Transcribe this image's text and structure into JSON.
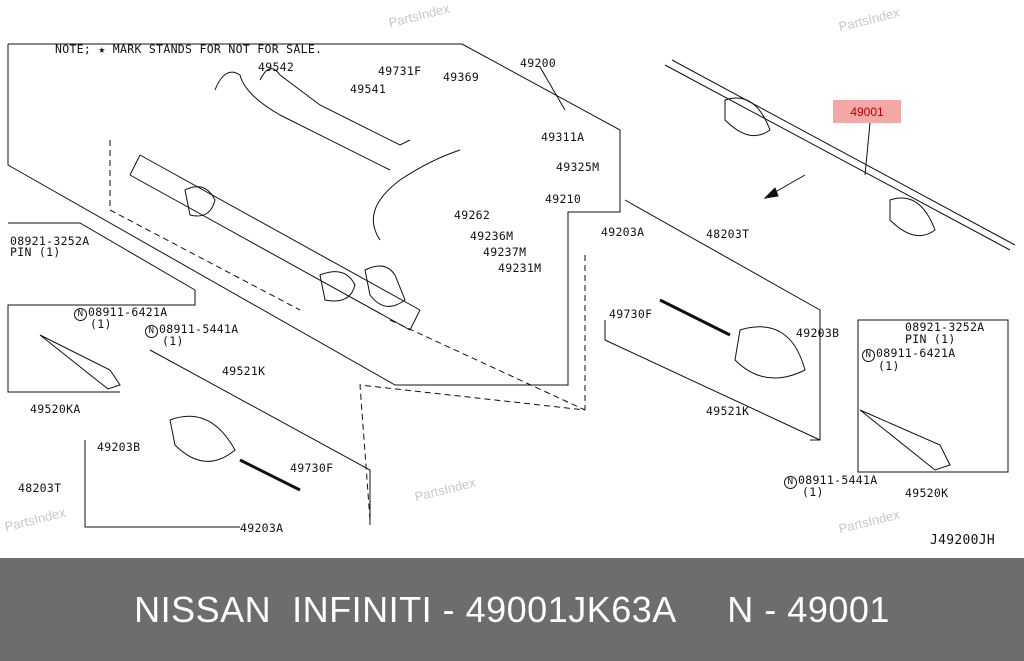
{
  "watermark": "PartsIndex",
  "note": "NOTE; ★ MARK STANDS FOR NOT FOR SALE.",
  "callout": {
    "label": "49001",
    "color": "#f4a7a7"
  },
  "diagram_code": "J49200JH",
  "labels": {
    "p49542": "49542",
    "p49731F": "49731F",
    "p49541": "49541",
    "p49369": "49369",
    "p49200": "49200",
    "p49311A": "49311A",
    "p49325M": "49325M",
    "p49210": "49210",
    "p49262": "49262",
    "p49236M": "49236M",
    "p49237M": "49237M",
    "p49231M": "49231M",
    "left": {
      "pin_part": "08921-3252A",
      "pin_desc": "PIN (1)",
      "nut_part": "08911-6421A",
      "nut_qty": "(1)",
      "nut2_part": "08911-5441A",
      "nut2_qty": "(1)",
      "tie_rod_end": "49520KA",
      "boot": "49521K",
      "clamp": "49203B",
      "ring": "49730F",
      "socket": "48203T",
      "clip": "49203A"
    },
    "right": {
      "clip": "49203A",
      "socket": "48203T",
      "ring": "49730F",
      "clamp": "49203B",
      "boot": "49521K",
      "pin_part": "08921-3252A",
      "pin_desc": "PIN (1)",
      "nut_part": "08911-6421A",
      "nut_qty": "(1)",
      "nut2_part": "08911-5441A",
      "nut2_qty": "(1)",
      "tie_rod_end": "49520K"
    },
    "n_symbol": "N"
  },
  "footer": "NISSAN  INFINITI - 49001JK63A     N - 49001"
}
